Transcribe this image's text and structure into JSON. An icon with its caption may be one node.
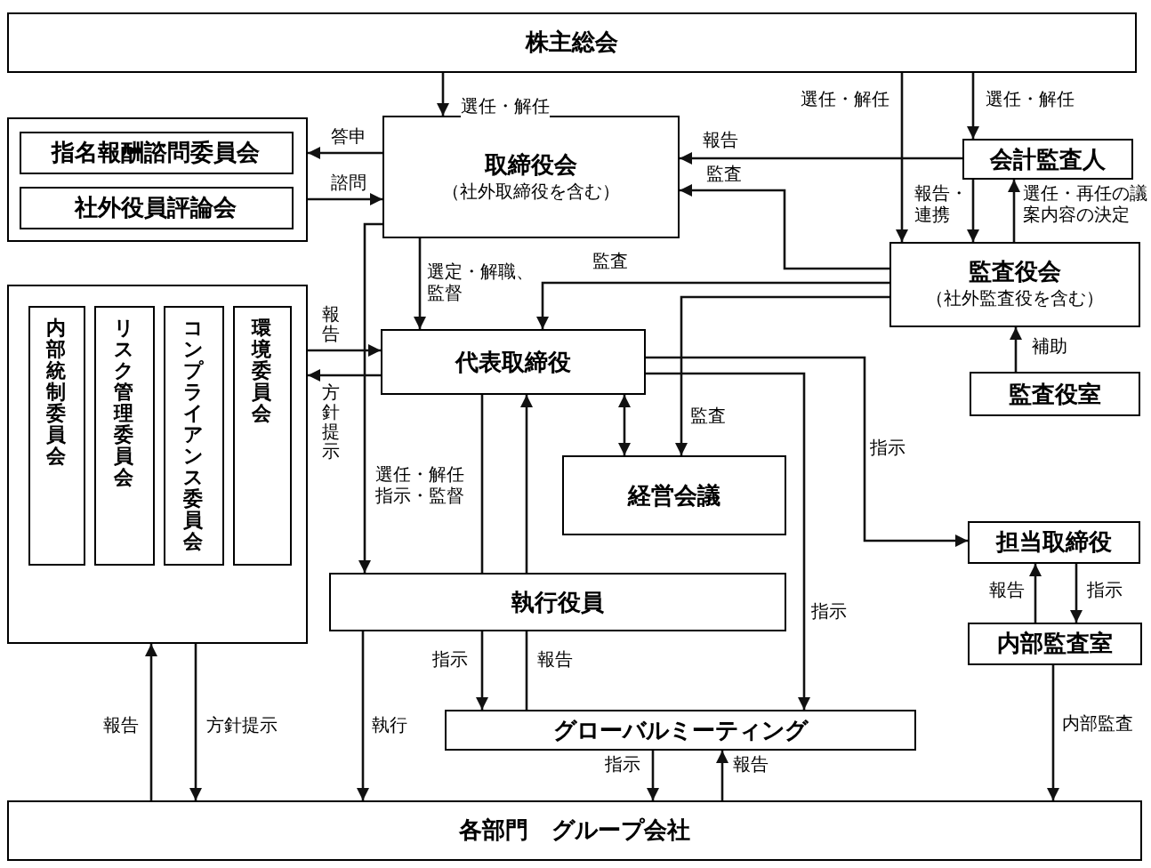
{
  "diagram": {
    "nodes": [
      {
        "text": [
          "株主総会"
        ]
      },
      {
        "text": [],
        "shape": "box"
      },
      {
        "text": [
          "指名報酬諮問委員会"
        ],
        "in": 1
      },
      {
        "text": [
          "社外役員評論会"
        ],
        "in": 1
      },
      {
        "text": [
          "取締役会",
          "（社外取締役を含む）"
        ]
      },
      {
        "text": [
          "会計監査人"
        ]
      },
      {
        "text": [
          "監査役会",
          "（社外監査役を含む）"
        ]
      },
      {
        "text": [
          "監査役室"
        ]
      },
      {
        "text": [],
        "shape": "box"
      },
      {
        "text": [
          "内部統制委員会"
        ],
        "in": 8
      },
      {
        "text": [
          "リスク管理委員会"
        ],
        "in": 8
      },
      {
        "text": [
          "コンプライアンス委員会"
        ],
        "in": 8
      },
      {
        "text": [
          "環境委員会"
        ],
        "in": 8
      },
      {
        "text": [
          "代表取締役"
        ]
      },
      {
        "text": [
          "経営会議"
        ]
      },
      {
        "text": [
          "担当取締役"
        ]
      },
      {
        "text": [
          "執行役員"
        ]
      },
      {
        "text": [
          "内部監査室"
        ]
      },
      {
        "text": [
          "グローバルミーティング"
        ]
      },
      {
        "text": [
          "各部門　グループ会社"
        ]
      }
    ],
    "edges": [
      {
        "from": 0,
        "to": 4,
        "arrow": "to",
        "label": "選任・解任"
      },
      {
        "from": 0,
        "to": 6,
        "arrow": "to",
        "label": "選任・解任"
      },
      {
        "from": 0,
        "to": 5,
        "arrow": "to",
        "label": "選任・解任"
      },
      {
        "from": 4,
        "to": 1,
        "arrow": "to",
        "label": "答申"
      },
      {
        "from": 1,
        "to": 4,
        "arrow": "to",
        "label": "諮問"
      },
      {
        "from": 5,
        "to": 4,
        "arrow": "to",
        "label": "報告"
      },
      {
        "from": 6,
        "to": 4,
        "arrow": "to",
        "label": "監査"
      },
      {
        "from": 5,
        "to": 6,
        "arrow": "to",
        "label": "報告・連携"
      },
      {
        "from": 6,
        "to": 5,
        "arrow": "to",
        "label": "選任・再任の議案内容の決定"
      },
      {
        "from": 7,
        "to": 6,
        "arrow": "to",
        "label": "補助"
      },
      {
        "from": 4,
        "to": 13,
        "arrow": "to",
        "label": "選定・解職、監督"
      },
      {
        "from": 6,
        "to": 13,
        "arrow": "to",
        "label": "監査"
      },
      {
        "from": 4,
        "to": 16,
        "arrow": "to",
        "label": "選任・解任指示・監督"
      },
      {
        "from": 8,
        "to": 13,
        "arrow": "to",
        "label": "報告"
      },
      {
        "from": 13,
        "to": 8,
        "arrow": "to",
        "label": "方針提示"
      },
      {
        "from": 6,
        "to": 14,
        "arrow": "to",
        "label": "監査"
      },
      {
        "from": 13,
        "to": 14,
        "arrow": "both"
      },
      {
        "from": 13,
        "to": 16,
        "arrow": "none"
      },
      {
        "from": 16,
        "to": 13,
        "arrow": "to"
      },
      {
        "from": 13,
        "to": 15,
        "arrow": "to",
        "label": "指示"
      },
      {
        "from": 13,
        "to": 18,
        "arrow": "to",
        "label": "指示"
      },
      {
        "from": 15,
        "to": 17,
        "arrow": "to",
        "label": "指示"
      },
      {
        "from": 17,
        "to": 15,
        "arrow": "to",
        "label": "報告"
      },
      {
        "from": 16,
        "to": 18,
        "arrow": "to",
        "label": "指示"
      },
      {
        "from": 18,
        "to": 16,
        "arrow": "none",
        "label": "報告"
      },
      {
        "from": 17,
        "to": 19,
        "arrow": "to",
        "label": "内部監査"
      },
      {
        "from": 18,
        "to": 19,
        "arrow": "to",
        "label": "指示"
      },
      {
        "from": 19,
        "to": 18,
        "arrow": "to",
        "label": "報告"
      },
      {
        "from": 19,
        "to": 8,
        "arrow": "to",
        "label": "報告"
      },
      {
        "from": 8,
        "to": 19,
        "arrow": "to",
        "label": "方針提示"
      },
      {
        "from": 16,
        "to": 19,
        "arrow": "to",
        "label": "執行"
      }
    ]
  }
}
